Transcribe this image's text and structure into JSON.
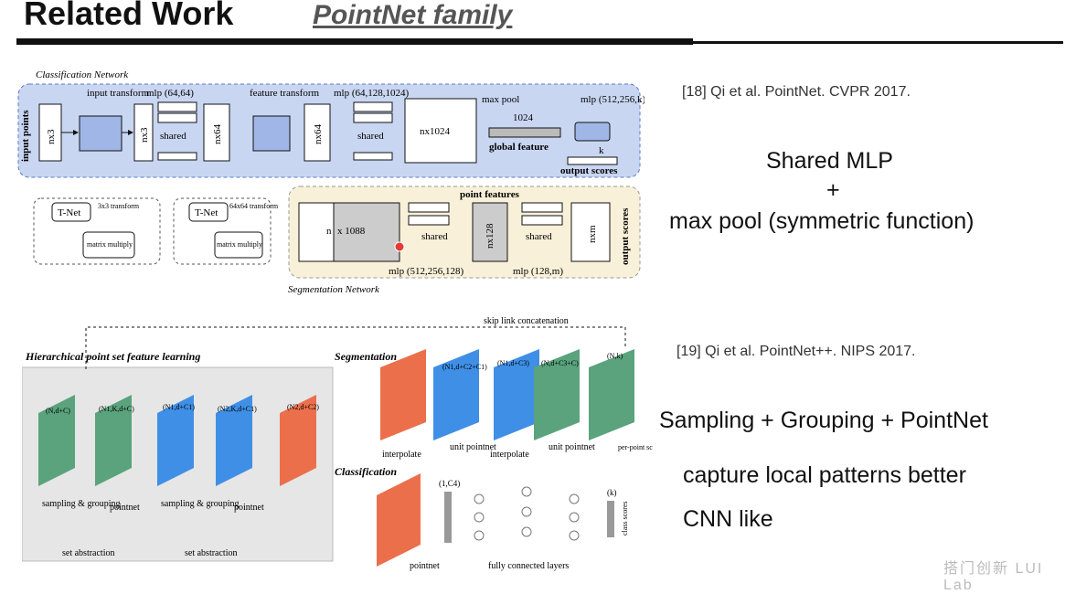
{
  "header": {
    "title": "Related Work",
    "subtitle": "PointNet family"
  },
  "right_panel": {
    "ref1": "[18] Qi et al. PointNet. CVPR 2017.",
    "line1": "Shared MLP",
    "plus": "+",
    "line2": "max pool (symmetric function)",
    "ref2": "[19] Qi et al. PointNet++. NIPS 2017.",
    "line3": "Sampling + Grouping + PointNet",
    "line4": "capture local patterns better",
    "line5": "CNN like"
  },
  "watermark": "搭门创新 LUI Lab",
  "pointnet_figure": {
    "classification_network": "Classification Network",
    "input_points": "input points",
    "input_transform": "input transform",
    "mlp1": "mlp (64,64)",
    "feature_transform": "feature transform",
    "mlp2": "mlp (64,128,1024)",
    "max_pool": "max pool",
    "mlp3": "mlp (512,256,k)",
    "nx3": "nx3",
    "nx64": "nx64",
    "nx1024": "nx1024",
    "shared": "shared",
    "dim1024": "1024",
    "global_feature": "global feature",
    "k": "k",
    "output_scores": "output scores",
    "tnet": "T-Net",
    "t3": "3x3 transform",
    "t64": "64x64 transform",
    "matmul": "matrix multiply",
    "point_features": "point features",
    "n": "n",
    "x1088": "x 1088",
    "nx128": "nx128",
    "nxm": "nxm",
    "mlp4": "mlp (512,256,128)",
    "mlp5": "mlp (128,m)",
    "segmentation_network": "Segmentation Network"
  },
  "pointnetpp_figure": {
    "hier": "Hierarchical point set feature learning",
    "skip": "skip link concatenation",
    "segmentation": "Segmentation",
    "classification": "Classification",
    "l0": "(N,d+C)",
    "l1": "(N1,K,d+C)",
    "l2": "(N1,d+C1)",
    "l3": "(N2,K,d+C1)",
    "l4": "(N2,d+C2)",
    "s1": "(N1,d+C2+C1)",
    "s2": "(N1,d+C3)",
    "s3": "(N,d+C3+C)",
    "s4": "(N,k)",
    "sampling": "sampling & grouping",
    "pointnet": "pointnet",
    "set_abstraction": "set abstraction",
    "interpolate": "interpolate",
    "unit_pointnet": "unit pointnet",
    "per_point_scores": "per-point scores",
    "c4": "(1,C4)",
    "kk": "(k)",
    "class_scores": "class scores",
    "fully_connected": "fully connected layers"
  }
}
